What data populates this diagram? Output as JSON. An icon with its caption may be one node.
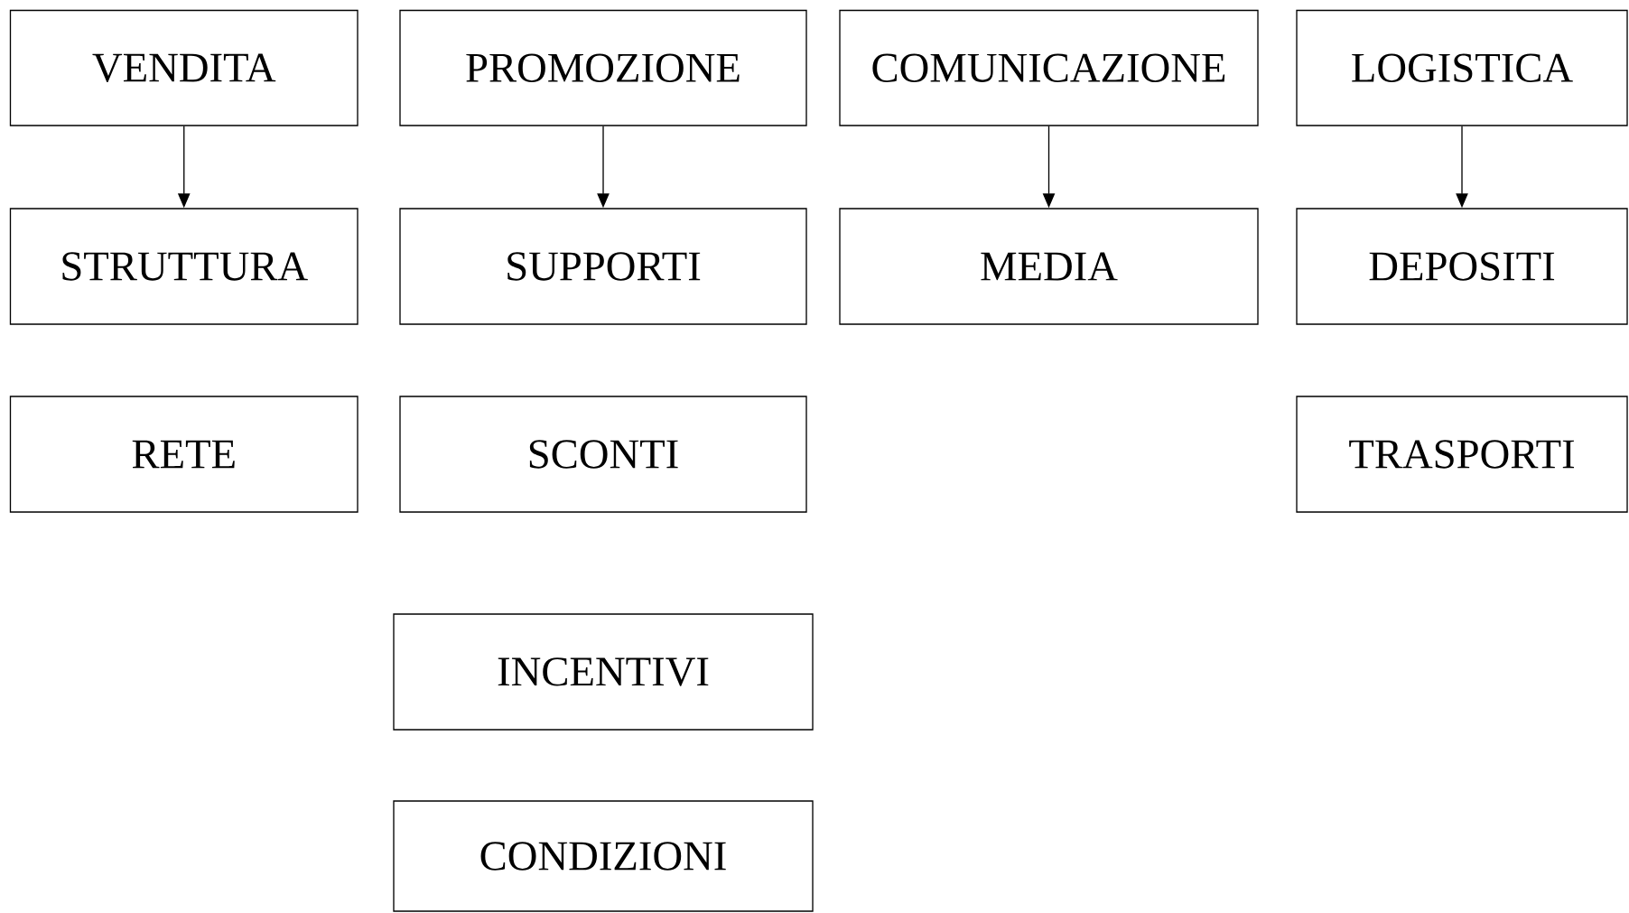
{
  "diagram": {
    "nodes": [
      {
        "text": [
          "VENDITA"
        ]
      },
      {
        "text": [
          "PROMOZIONE"
        ]
      },
      {
        "text": [
          "COMUNICAZIONE"
        ]
      },
      {
        "text": [
          "LOGISTICA"
        ]
      },
      {
        "text": [
          "STRUTTURA"
        ]
      },
      {
        "text": [
          "SUPPORTI"
        ]
      },
      {
        "text": [
          "MEDIA"
        ]
      },
      {
        "text": [
          "DEPOSITI"
        ]
      },
      {
        "text": [
          "RETE"
        ]
      },
      {
        "text": [
          "SCONTI"
        ]
      },
      {
        "text": [
          "TRASPORTI"
        ]
      },
      {
        "text": [
          "INCENTIVI"
        ]
      },
      {
        "text": [
          "CONDIZIONI"
        ]
      }
    ],
    "edges": [
      {
        "from": 0,
        "to": 4,
        "arrow": "to"
      },
      {
        "from": 1,
        "to": 5,
        "arrow": "to"
      },
      {
        "from": 2,
        "to": 6,
        "arrow": "to"
      },
      {
        "from": 3,
        "to": 7,
        "arrow": "to"
      }
    ]
  }
}
